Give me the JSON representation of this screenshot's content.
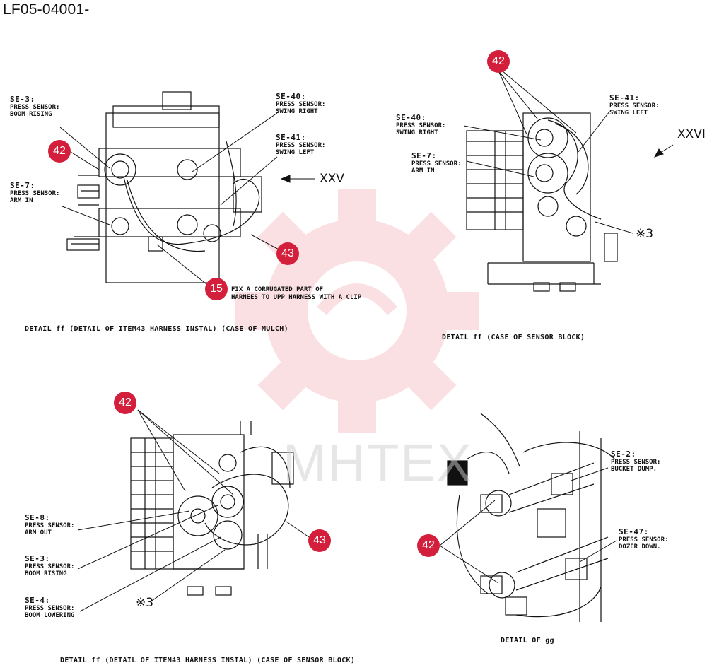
{
  "doc_id": "LF05-04001-",
  "watermark": {
    "text": "MHTEX",
    "color": "#f2a9b1"
  },
  "accent_color": "#d41f3c",
  "panels": {
    "top_left": {
      "callouts": {
        "se3": {
          "title": "SE-3:",
          "sub1": "PRESS SENSOR:",
          "sub2": "BOOM RISING"
        },
        "se7": {
          "title": "SE-7:",
          "sub1": "PRESS SENSOR:",
          "sub2": "ARM IN"
        },
        "se40": {
          "title": "SE-40:",
          "sub1": "PRESS SENSOR:",
          "sub2": "SWING RIGHT"
        },
        "se41": {
          "title": "SE-41:",
          "sub1": "PRESS SENSOR:",
          "sub2": "SWING LEFT"
        }
      },
      "view_mark": "XXV",
      "badges": {
        "b42": "42",
        "b43": "43",
        "b15": "15"
      },
      "note": {
        "line1": "FIX A CORRUGATED PART OF",
        "line2": "HARNEES TO UPP HARNESS WITH A CLIP"
      },
      "caption": "DETAIL ff (DETAIL OF ITEM43 HARNESS INSTAL) (CASE OF MULCH)"
    },
    "top_right": {
      "callouts": {
        "se40": {
          "title": "SE-40:",
          "sub1": "PRESS SENSOR:",
          "sub2": "SWING RIGHT"
        },
        "se41": {
          "title": "SE-41:",
          "sub1": "PRESS SENSOR:",
          "sub2": "SWING LEFT"
        },
        "se7": {
          "title": "SE-7:",
          "sub1": "PRESS SENSOR:",
          "sub2": "ARM IN"
        }
      },
      "view_mark": "XXVI",
      "badges": {
        "b42": "42"
      },
      "ref": "※3",
      "caption": "DETAIL ff (CASE OF SENSOR BLOCK)"
    },
    "bottom_left": {
      "callouts": {
        "se8": {
          "title": "SE-8:",
          "sub1": "PRESS SENSOR:",
          "sub2": "ARM OUT"
        },
        "se3": {
          "title": "SE-3:",
          "sub1": "PRESS SENSOR:",
          "sub2": "BOOM RISING"
        },
        "se4": {
          "title": "SE-4:",
          "sub1": "PRESS SENSOR:",
          "sub2": "BOOM LOWERING"
        }
      },
      "badges": {
        "b42": "42",
        "b43": "43"
      },
      "ref": "※3",
      "caption": "DETAIL ff (DETAIL OF ITEM43 HARNESS INSTAL) (CASE OF SENSOR BLOCK)"
    },
    "bottom_right": {
      "callouts": {
        "se2": {
          "title": "SE-2:",
          "sub1": "PRESS SENSOR:",
          "sub2": "BUCKET DUMP."
        },
        "se47": {
          "title": "SE-47:",
          "sub1": "PRESS SENSOR:",
          "sub2": "DOZER DOWN."
        }
      },
      "badges": {
        "b42": "42"
      },
      "caption": "DETAIL OF gg"
    }
  }
}
